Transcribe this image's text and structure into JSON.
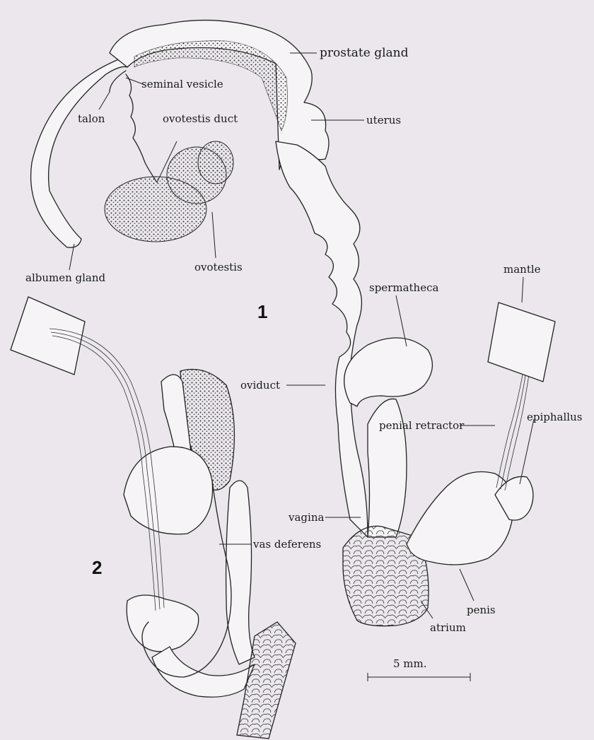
{
  "figure_numbers": {
    "fig1": "1",
    "fig2": "2"
  },
  "labels": {
    "prostate_gland": "prostate gland",
    "seminal_vesicle": "seminal vesicle",
    "talon": "talon",
    "uterus": "uterus",
    "ovotestis_duct": "ovotestis duct",
    "albumen_gland": "albumen gland",
    "ovotestis": "ovotestis",
    "spermatheca": "spermatheca",
    "mantle": "mantle",
    "oviduct": "oviduct",
    "penial_retractor": "penial retractor",
    "epiphallus": "epiphallus",
    "vagina": "vagina",
    "vas_deferens": "vas deferens",
    "penis": "penis",
    "atrium": "atrium"
  },
  "scale_bar": {
    "label": "5 mm."
  },
  "colors": {
    "background": "#ebe7ed",
    "ink": "#222222",
    "organ_fill": "#f6f4f6"
  }
}
